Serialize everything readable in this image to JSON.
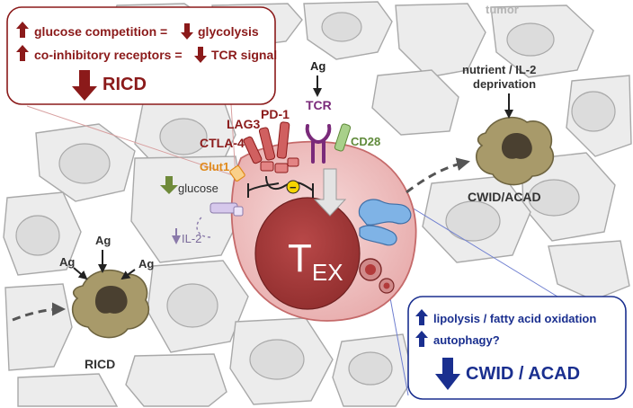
{
  "tumor_label": "tumor",
  "top_box": {
    "line1_left": "glucose competition =",
    "line1_right": "glycolysis",
    "line2_left": "co-inhibitory receptors =",
    "line2_right": "TCR signal",
    "outcome": "RICD"
  },
  "bottom_box": {
    "line1": "lipolysis / fatty acid oxidation",
    "line2": "autophagy?",
    "outcome": "CWID / ACAD"
  },
  "receptors": {
    "lag3": "LAG3",
    "pd1": "PD-1",
    "ctla4": "CTLA-4",
    "tcr": "TCR",
    "cd28": "CD28",
    "glut1": "Glut1"
  },
  "antigen_top": "Ag",
  "nutrient_label_1": "nutrient / IL-2",
  "nutrient_label_2": "deprivation",
  "glucose_label": "glucose",
  "il2_label": "IL-2",
  "inhibit_sign": "−",
  "tex_main": "T",
  "tex_sub": "EX",
  "right_cell_label": "CWID/ACAD",
  "left_cell": {
    "ag_top": "Ag",
    "ag_left": "Ag",
    "ag_right": "Ag",
    "label": "RICD"
  },
  "colors": {
    "dark_red": "#8b1a1a",
    "navy": "#1a2f8f",
    "purple": "#7a2a7a",
    "green": "#7a9a4a",
    "orange": "#e08a1a",
    "tex_nucleus": "#a83a3a",
    "tex_cell": "#f0c4c4",
    "tumor_cell": "#ebebeb",
    "dying_cell": "#a89a6a"
  }
}
